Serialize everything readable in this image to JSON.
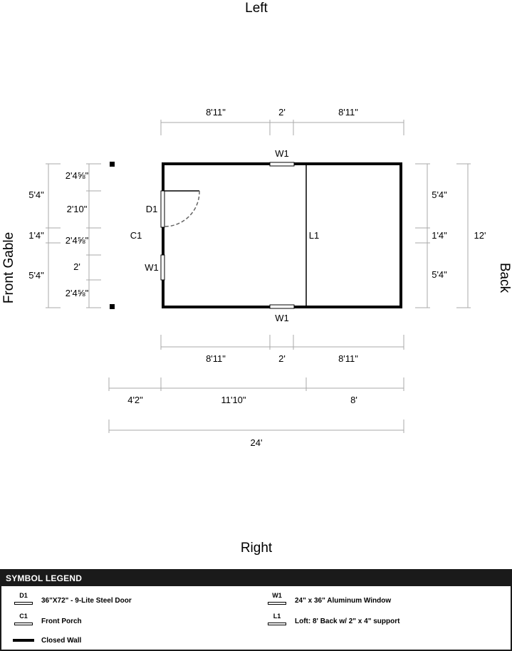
{
  "sides": {
    "top": "Left",
    "bottom": "Right",
    "left": "Front Gable",
    "right": "Back"
  },
  "top_dims": [
    "8'11\"",
    "2'",
    "8'11\""
  ],
  "bottom_dims": [
    "8'11\"",
    "2'",
    "8'11\""
  ],
  "bottom_dims_2": [
    "4'2\"",
    "11'10\"",
    "8'"
  ],
  "overall_length": "24'",
  "right_dims": [
    "5'4\"",
    "1'4\"",
    "5'4\""
  ],
  "overall_width": "12'",
  "left_outer_dims": [
    "5'4\"",
    "1'4\"",
    "5'4\""
  ],
  "left_inner_dims": [
    "2'4⅝\"",
    "2'10\"",
    "2'4⅝\"",
    "2'",
    "2'4⅝\""
  ],
  "plan_labels": {
    "window_top": "W1",
    "window_bottom": "W1",
    "window_front": "W1",
    "door": "D1",
    "porch": "C1",
    "loft": "L1"
  },
  "legend": {
    "title": "SYMBOL LEGEND",
    "items": [
      {
        "code": "D1",
        "text": "36\"X72\" - 9-Lite Steel Door"
      },
      {
        "code": "W1",
        "text": "24\" x 36\" Aluminum Window"
      },
      {
        "code": "C1",
        "text": "Front Porch"
      },
      {
        "code": "L1",
        "text": "Loft: 8' Back w/ 2\" x 4\" support"
      },
      {
        "code": "",
        "text": "Closed Wall"
      }
    ]
  }
}
